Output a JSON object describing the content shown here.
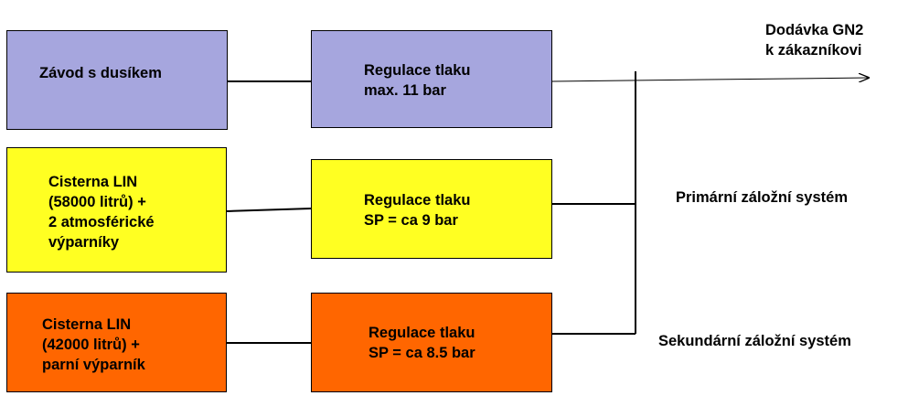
{
  "colors": {
    "plant_fill": "#a6a6de",
    "primary_fill": "#ffff22",
    "secondary_fill": "#ff6600",
    "line_color": "#000000"
  },
  "boxes": {
    "nitrogen_plant": {
      "lines": [
        "Závod s dusíkem"
      ]
    },
    "regulator_main": {
      "lines": [
        "Regulace tlaku",
        "max. 11 bar"
      ]
    },
    "tank_primary": {
      "lines": [
        "Cisterna LIN",
        "(58000 litrů) +",
        "2 atmosférické",
        "výparníky"
      ]
    },
    "regulator_primary": {
      "lines": [
        "Regulace tlaku",
        "SP = ca 9 bar"
      ]
    },
    "tank_secondary": {
      "lines": [
        "Cisterna LIN",
        "(42000 litrů) +",
        "parní výparník"
      ]
    },
    "regulator_secondary": {
      "lines": [
        "Regulace tlaku",
        "SP = ca 8.5 bar"
      ]
    }
  },
  "labels": {
    "delivery": [
      "Dodávka GN2",
      "k zákazníkovi"
    ],
    "primary_backup": "Primární záložní systém",
    "secondary_backup": "Sekundární záložní systém"
  }
}
